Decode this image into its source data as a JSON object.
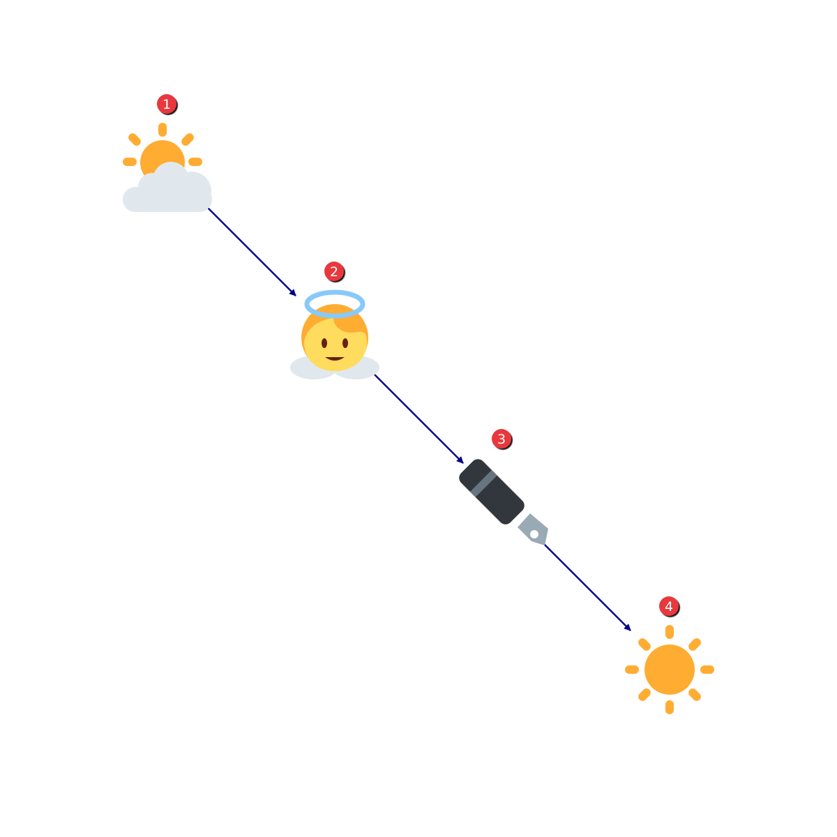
{
  "diagram": {
    "steps": [
      {
        "number": "1",
        "icon": "sun-behind-cloud-icon"
      },
      {
        "number": "2",
        "icon": "angel-icon"
      },
      {
        "number": "3",
        "icon": "fountain-pen-icon"
      },
      {
        "number": "4",
        "icon": "sun-icon"
      }
    ],
    "connections": [
      {
        "from": "1",
        "to": "2"
      },
      {
        "from": "2",
        "to": "3"
      },
      {
        "from": "3",
        "to": "4"
      }
    ],
    "colors": {
      "arrow": "#00008b",
      "badge": "#e8383d",
      "sun": "#ffac33",
      "cloud": "#e1e8ed",
      "halo": "#88c9f9",
      "face": "#ffdc5d",
      "pen_body": "#31373d",
      "pen_band": "#66757f",
      "pen_nib": "#99aab5"
    }
  }
}
